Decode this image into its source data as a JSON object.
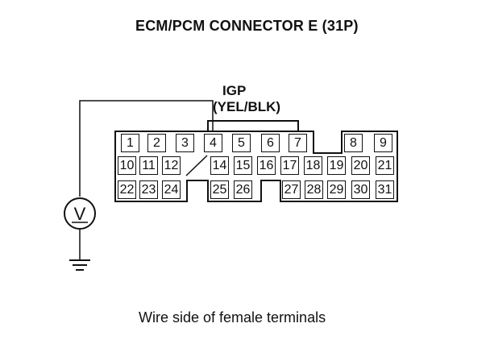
{
  "title": "ECM/PCM CONNECTOR E (31P)",
  "wire": {
    "name": "IGP",
    "color_code": "(YEL/BLK)"
  },
  "connector": {
    "row1": [
      "1",
      "2",
      "3",
      "4",
      "5",
      "6",
      "7",
      "",
      "8",
      "9"
    ],
    "row2": [
      "10",
      "11",
      "12",
      "",
      "14",
      "15",
      "16",
      "17",
      "18",
      "19",
      "20",
      "21"
    ],
    "row3": [
      "22",
      "23",
      "24",
      "25",
      "26",
      "27",
      "28",
      "29",
      "30",
      "31"
    ]
  },
  "meter_symbol": "V",
  "caption": "Wire side of female terminals",
  "colors": {
    "line": "#111111",
    "background": "#ffffff"
  }
}
